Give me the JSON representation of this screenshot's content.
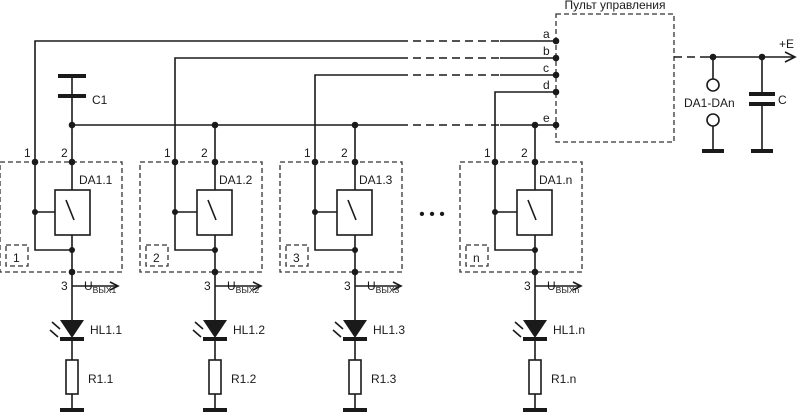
{
  "control_panel": {
    "label": "Пульт управления"
  },
  "bus_letters": [
    "a",
    "b",
    "c",
    "d",
    "e"
  ],
  "power": {
    "label": "+E",
    "module_label": "DA1-DAn",
    "capacitor_label": "C"
  },
  "capacitor_c1": {
    "label": "C1"
  },
  "pin_labels": {
    "pin1": "1",
    "pin2": "2",
    "pin3": "3"
  },
  "ellipsis": "• • •",
  "channels": [
    {
      "module": "DA1.1",
      "index": "1",
      "u_main": "U",
      "u_sub": "ВЫХ1",
      "led": "HL1.1",
      "resistor": "R1.1"
    },
    {
      "module": "DA1.2",
      "index": "2",
      "u_main": "U",
      "u_sub": "ВЫХ2",
      "led": "HL1.2",
      "resistor": "R1.2"
    },
    {
      "module": "DA1.3",
      "index": "3",
      "u_main": "U",
      "u_sub": "ВЫХ3",
      "led": "HL1.3",
      "resistor": "R1.3"
    },
    {
      "module": "DA1.n",
      "index": "n",
      "u_main": "U",
      "u_sub": "ВЫХn",
      "led": "HL1.n",
      "resistor": "R1.n"
    }
  ],
  "colors": {
    "ink": "#1a1a1a",
    "background": "#ffffff"
  }
}
